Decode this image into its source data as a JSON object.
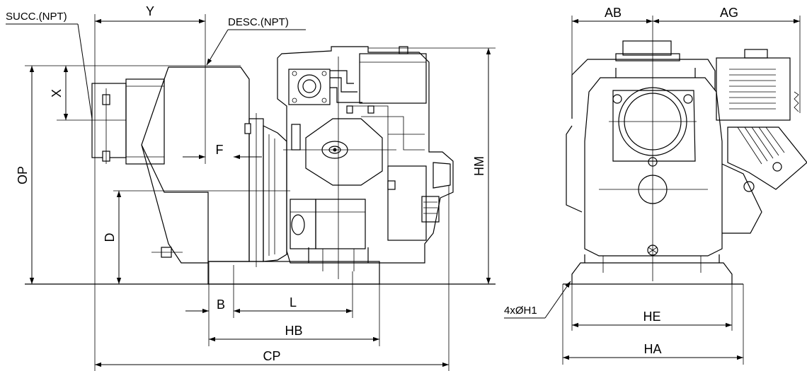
{
  "labels": {
    "succ": "SUCC.(NPT)",
    "desc": "DESC.(NPT)",
    "y": "Y",
    "x": "X",
    "op": "OP",
    "f": "F",
    "d": "D",
    "hm": "HM",
    "b": "B",
    "l": "L",
    "hb": "HB",
    "cp": "CP",
    "ab": "AB",
    "ag": "AG",
    "holes": "4xØH1",
    "he": "HE",
    "ha": "HA"
  },
  "colors": {
    "line": "#000000",
    "background": "#ffffff"
  }
}
